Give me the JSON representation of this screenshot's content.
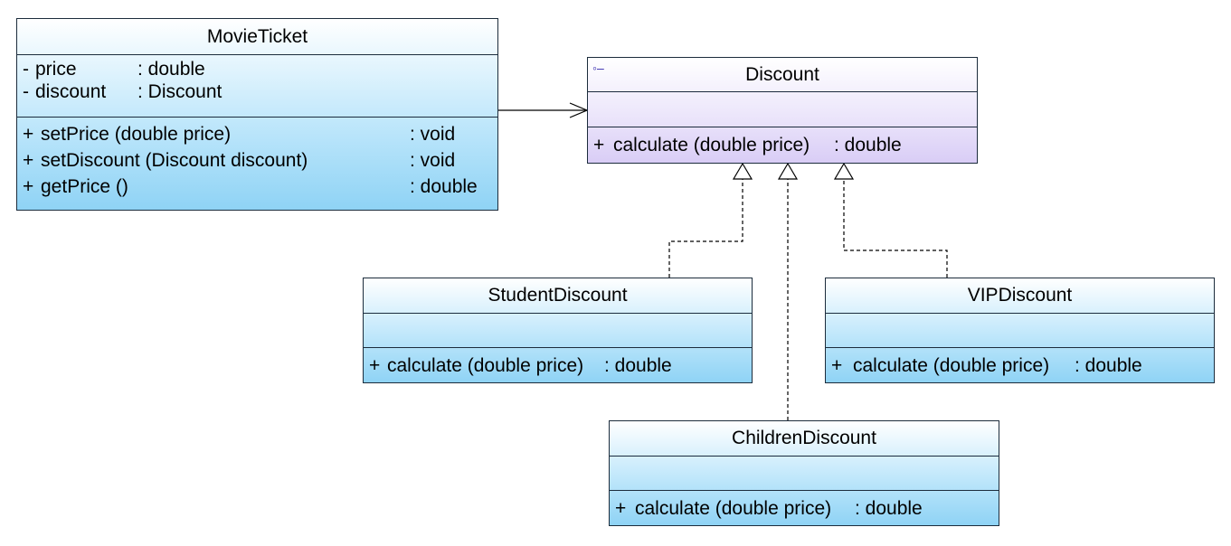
{
  "classes": {
    "movie_ticket": {
      "name": "MovieTicket",
      "attributes": [
        {
          "vis": "-",
          "name": "price",
          "type": ": double"
        },
        {
          "vis": "-",
          "name": "discount",
          "type": ": Discount"
        }
      ],
      "operations": [
        {
          "vis": "+",
          "sig": "setPrice (double price)",
          "ret": ": void"
        },
        {
          "vis": "+",
          "sig": "setDiscount (Discount discount)",
          "ret": ": void"
        },
        {
          "vis": "+",
          "sig": "getPrice ()",
          "ret": ": double"
        }
      ]
    },
    "discount": {
      "name": "Discount",
      "icon": "interface-icon",
      "operations": [
        {
          "vis": "+",
          "sig": "calculate (double price)",
          "ret": ": double"
        }
      ]
    },
    "student_discount": {
      "name": "StudentDiscount",
      "operations": [
        {
          "vis": "+",
          "sig": "calculate (double price)",
          "ret": ": double"
        }
      ]
    },
    "vip_discount": {
      "name": "VIPDiscount",
      "operations": [
        {
          "vis": "+",
          "sig": "calculate (double price)",
          "ret": ": double"
        }
      ]
    },
    "children_discount": {
      "name": "ChildrenDiscount",
      "operations": [
        {
          "vis": "+",
          "sig": "calculate (double price)",
          "ret": ": double"
        }
      ]
    }
  },
  "relations": [
    {
      "type": "association",
      "from": "MovieTicket",
      "to": "Discount"
    },
    {
      "type": "realization",
      "from": "StudentDiscount",
      "to": "Discount"
    },
    {
      "type": "realization",
      "from": "ChildrenDiscount",
      "to": "Discount"
    },
    {
      "type": "realization",
      "from": "VIPDiscount",
      "to": "Discount"
    }
  ],
  "colors": {
    "class_fill": "#bfe7fb",
    "interface_fill": "#e3dafa",
    "border": "#1c2c3c"
  }
}
